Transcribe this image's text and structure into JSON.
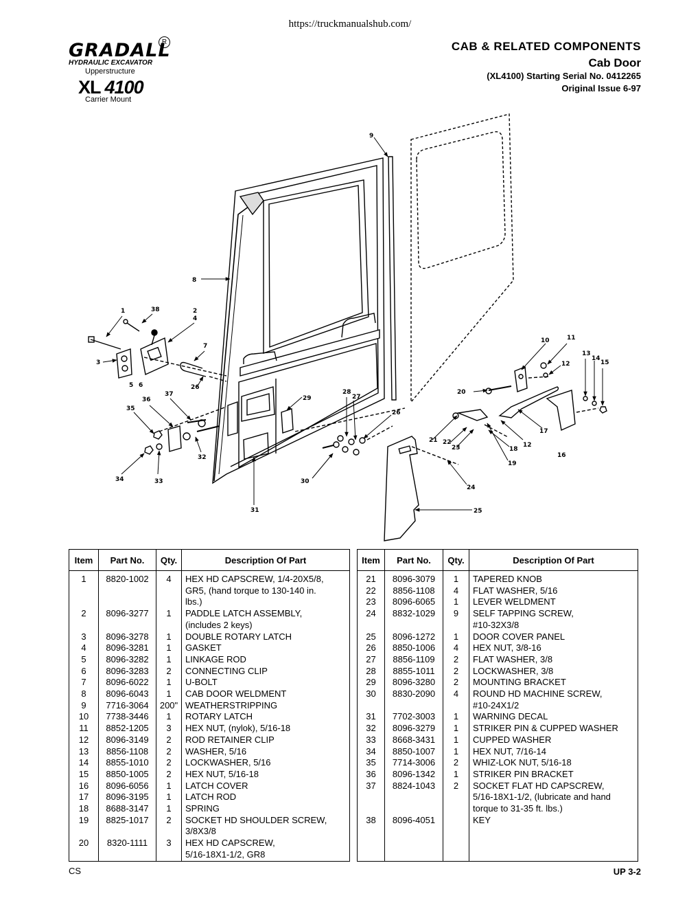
{
  "source_url": "https://truckmanualshub.com/",
  "logo": {
    "brand": "GRADALL",
    "registered": "R",
    "subtitle": "HYDRAULIC EXCAVATOR",
    "upperstructure": "Upperstructure",
    "model_prefix": "XL",
    "model_number": "4100",
    "mount": "Carrier Mount"
  },
  "header": {
    "title": "CAB & RELATED COMPONENTS",
    "subtitle": "Cab Door",
    "serial": "(XL4100) Starting Serial No. 0412265",
    "issue": "Original Issue 6-97"
  },
  "diagram_labels": {
    "l1": "1",
    "l2": "2",
    "l3": "3",
    "l4": "4",
    "l5": "5",
    "l6": "6",
    "l7": "7",
    "l8": "8",
    "l9": "9",
    "l10": "10",
    "l11": "11",
    "l12a": "12",
    "l12b": "12",
    "l13": "13",
    "l14": "14",
    "l15": "15",
    "l16": "16",
    "l17": "17",
    "l18": "18",
    "l19": "19",
    "l20": "20",
    "l21": "21",
    "l22": "22",
    "l23": "23",
    "l24": "24",
    "l25": "25",
    "l26a": "26",
    "l26b": "26",
    "l27": "27",
    "l28": "28",
    "l29": "29",
    "l30": "30",
    "l31": "31",
    "l32": "32",
    "l33": "33",
    "l34": "34",
    "l35": "35",
    "l36": "36",
    "l37": "37",
    "l38": "38"
  },
  "table": {
    "headers": {
      "item": "Item",
      "part": "Part No.",
      "qty": "Qty.",
      "desc": "Description Of Part"
    },
    "left_rows": [
      [
        "1",
        "8820-1002",
        "4",
        "HEX HD CAPSCREW, 1/4-20X5/8,"
      ],
      [
        "",
        "",
        "",
        "GR5, (hand torque to 130-140 in."
      ],
      [
        "",
        "",
        "",
        "lbs.)"
      ],
      [
        "2",
        "8096-3277",
        "1",
        "PADDLE LATCH ASSEMBLY,"
      ],
      [
        "",
        "",
        "",
        "(includes 2 keys)"
      ],
      [
        "3",
        "8096-3278",
        "1",
        "DOUBLE ROTARY LATCH"
      ],
      [
        "4",
        "8096-3281",
        "1",
        "GASKET"
      ],
      [
        "5",
        "8096-3282",
        "1",
        "LINKAGE ROD"
      ],
      [
        "6",
        "8096-3283",
        "2",
        "CONNECTING CLIP"
      ],
      [
        "7",
        "8096-6022",
        "1",
        "U-BOLT"
      ],
      [
        "8",
        "8096-6043",
        "1",
        "CAB DOOR WELDMENT"
      ],
      [
        "9",
        "7716-3064",
        "200\"",
        "WEATHERSTRIPPING"
      ],
      [
        "10",
        "7738-3446",
        "1",
        "ROTARY LATCH"
      ],
      [
        "11",
        "8852-1205",
        "3",
        "HEX NUT, (nylok), 5/16-18"
      ],
      [
        "12",
        "8096-3149",
        "2",
        "ROD RETAINER CLIP"
      ],
      [
        "13",
        "8856-1108",
        "2",
        "WASHER, 5/16"
      ],
      [
        "14",
        "8855-1010",
        "2",
        "LOCKWASHER, 5/16"
      ],
      [
        "15",
        "8850-1005",
        "2",
        "HEX NUT, 5/16-18"
      ],
      [
        "16",
        "8096-6056",
        "1",
        "LATCH COVER"
      ],
      [
        "17",
        "8096-3195",
        "1",
        "LATCH ROD"
      ],
      [
        "18",
        "8688-3147",
        "1",
        "SPRING"
      ],
      [
        "19",
        "8825-1017",
        "2",
        "SOCKET HD SHOULDER SCREW,"
      ],
      [
        "",
        "",
        "",
        "3/8X3/8"
      ],
      [
        "20",
        "8320-1111",
        "3",
        "HEX HD CAPSCREW,"
      ],
      [
        "",
        "",
        "",
        "5/16-18X1-1/2, GR8"
      ]
    ],
    "right_rows": [
      [
        "21",
        "8096-3079",
        "1",
        "TAPERED KNOB"
      ],
      [
        "22",
        "8856-1108",
        "4",
        "FLAT WASHER, 5/16"
      ],
      [
        "23",
        "8096-6065",
        "1",
        "LEVER WELDMENT"
      ],
      [
        "24",
        "8832-1029",
        "9",
        "SELF TAPPING SCREW,"
      ],
      [
        "",
        "",
        "",
        "#10-32X3/8"
      ],
      [
        "25",
        "8096-1272",
        "1",
        "DOOR COVER PANEL"
      ],
      [
        "26",
        "8850-1006",
        "4",
        "HEX NUT, 3/8-16"
      ],
      [
        "27",
        "8856-1109",
        "2",
        "FLAT WASHER, 3/8"
      ],
      [
        "28",
        "8855-1011",
        "2",
        "LOCKWASHER, 3/8"
      ],
      [
        "29",
        "8096-3280",
        "2",
        "MOUNTING BRACKET"
      ],
      [
        "30",
        "8830-2090",
        "4",
        "ROUND HD MACHINE SCREW,"
      ],
      [
        "",
        "",
        "",
        "#10-24X1/2"
      ],
      [
        "31",
        "7702-3003",
        "1",
        "WARNING DECAL"
      ],
      [
        "32",
        "8096-3279",
        "1",
        "STRIKER PIN & CUPPED WASHER"
      ],
      [
        "33",
        "8668-3431",
        "1",
        "CUPPED WASHER"
      ],
      [
        "34",
        "8850-1007",
        "1",
        "HEX NUT, 7/16-14"
      ],
      [
        "35",
        "7714-3006",
        "2",
        "WHIZ-LOK NUT, 5/16-18"
      ],
      [
        "36",
        "8096-1342",
        "1",
        "STRIKER PIN BRACKET"
      ],
      [
        "37",
        "8824-1043",
        "2",
        "SOCKET FLAT HD CAPSCREW,"
      ],
      [
        "",
        "",
        "",
        "5/16-18X1-1/2, (lubricate and hand"
      ],
      [
        "",
        "",
        "",
        "torque to 31-35 ft. lbs.)"
      ],
      [
        "38",
        "8096-4051",
        "",
        "KEY"
      ],
      [
        "",
        "",
        "",
        ""
      ],
      [
        "",
        "",
        "",
        ""
      ],
      [
        "",
        "",
        "",
        ""
      ]
    ]
  },
  "footer": {
    "left": "CS",
    "right": "UP 3-2"
  }
}
